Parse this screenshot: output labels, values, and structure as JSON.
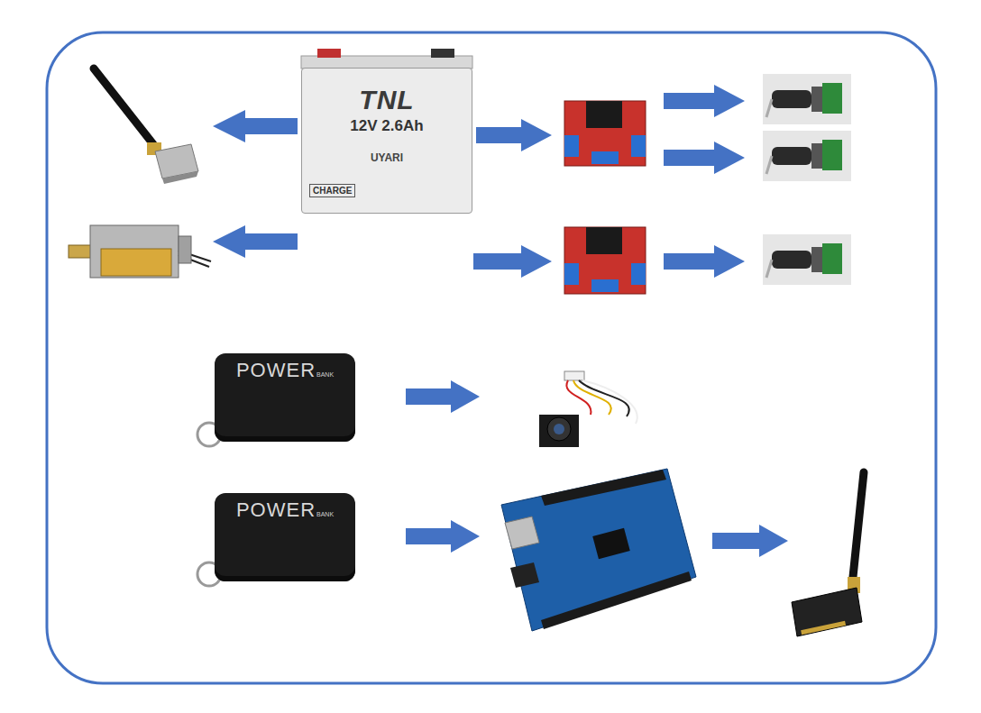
{
  "diagram": {
    "nodes": [
      {
        "text": [
          "TNL",
          "12V 2.6Ah",
          "UYARI",
          "CHARGE"
        ]
      },
      {
        "text": [
          "POWER",
          "BANK"
        ]
      },
      {
        "text": [
          "POWER",
          "BANK"
        ]
      }
    ]
  }
}
